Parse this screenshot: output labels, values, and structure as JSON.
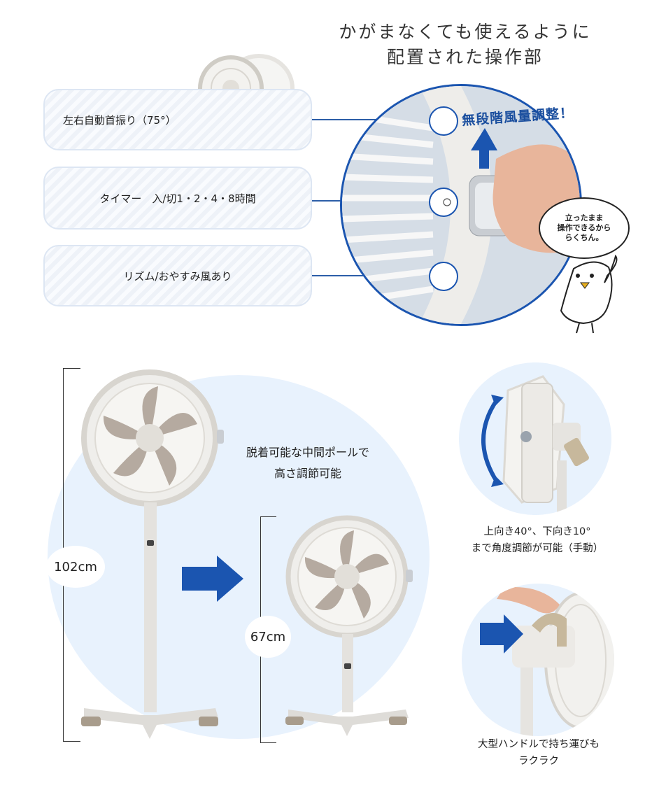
{
  "heading": {
    "line1": "かがまなくても使えるように",
    "line2": "配置された操作部"
  },
  "features": [
    {
      "label": "左右自動首振り（75°）"
    },
    {
      "label": "タイマー　入/切1・2・4・8時間"
    },
    {
      "label": "リズム/おやすみ風あり"
    }
  ],
  "control_banner": "無段階風量調整！",
  "speech_bubble": {
    "line1": "立ったまま",
    "line2": "操作できるから",
    "line3": "らくちん。"
  },
  "height_section": {
    "tall_label": "102cm",
    "short_label": "67cm",
    "desc_line1": "脱着可能な中間ポールで",
    "desc_line2": "高さ調節可能"
  },
  "tilt": {
    "line1": "上向き40°、下向き10°",
    "line2": "まで角度調節が可能（手動）"
  },
  "handle": {
    "line1": "大型ハンドルで持ち運びも",
    "line2": "ラクラク"
  },
  "colors": {
    "accent_blue": "#1b55b0",
    "light_blue_bg": "#e8f2fd",
    "fan_body": "#e8e6e1",
    "blade": "#b5aaa0"
  }
}
